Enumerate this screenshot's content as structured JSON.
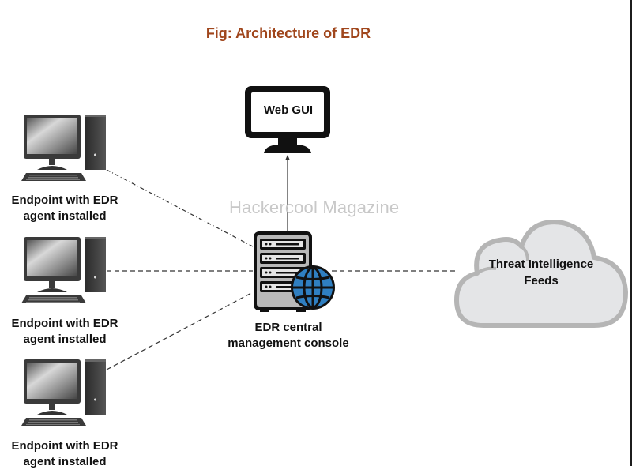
{
  "title": "Fig: Architecture of EDR",
  "watermark": "Hackercool Magazine",
  "web_gui": {
    "label": "Web GUI"
  },
  "console": {
    "line1": "EDR central",
    "line2": "management console"
  },
  "cloud": {
    "line1": "Threat Intelligence",
    "line2": "Feeds"
  },
  "endpoints": [
    {
      "line1": "Endpoint with EDR",
      "line2": "agent installed"
    },
    {
      "line1": "Endpoint with EDR",
      "line2": "agent installed"
    },
    {
      "line1": "Endpoint with EDR",
      "line2": "agent installed"
    }
  ],
  "colors": {
    "title": "#a0461c",
    "globe": "#2f7fc1",
    "cloud_fill": "#e4e5e7",
    "cloud_stroke": "#b5b5b5"
  }
}
